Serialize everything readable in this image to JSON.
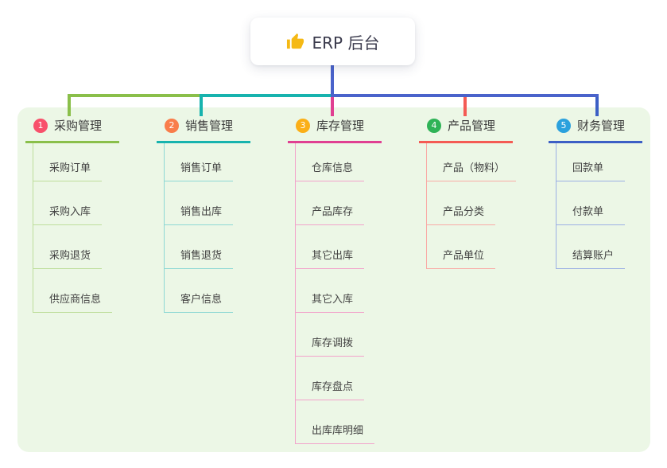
{
  "root_node": {
    "icon": "thumbs-up-icon",
    "label": "ERP 后台"
  },
  "connector": {
    "color": "#4a63cb"
  },
  "panel": {
    "color": "#ecf7e6"
  },
  "icon_colors": {
    "thumbs_up": "#f5b915"
  },
  "branches": [
    {
      "badge": "1",
      "badge_color": "#f8506b",
      "line_color": "#8abf4a",
      "item_line_color": "#bede9b",
      "label": "采购管理",
      "items": [
        "采购订单",
        "采购入库",
        "采购退货",
        "供应商信息"
      ]
    },
    {
      "badge": "2",
      "badge_color": "#f97d4a",
      "line_color": "#17b3ae",
      "item_line_color": "#8ed8d4",
      "label": "销售管理",
      "items": [
        "销售订单",
        "销售出库",
        "销售退货",
        "客户信息"
      ]
    },
    {
      "badge": "3",
      "badge_color": "#fbaf17",
      "line_color": "#e04092",
      "item_line_color": "#f2a3cb",
      "label": "库存管理",
      "items": [
        "仓库信息",
        "产品库存",
        "其它出库",
        "其它入库",
        "库存调拨",
        "库存盘点",
        "出库库明细"
      ]
    },
    {
      "badge": "4",
      "badge_color": "#2fb357",
      "line_color": "#f45b54",
      "item_line_color": "#f9aba6",
      "label": "产品管理",
      "items": [
        "产品（物料）",
        "产品分类",
        "产品单位"
      ]
    },
    {
      "badge": "5",
      "badge_color": "#2ba1dd",
      "line_color": "#3c5fc5",
      "item_line_color": "#9cb0e4",
      "label": "财务管理",
      "items": [
        "回款单",
        "付款单",
        "结算账户"
      ]
    }
  ]
}
